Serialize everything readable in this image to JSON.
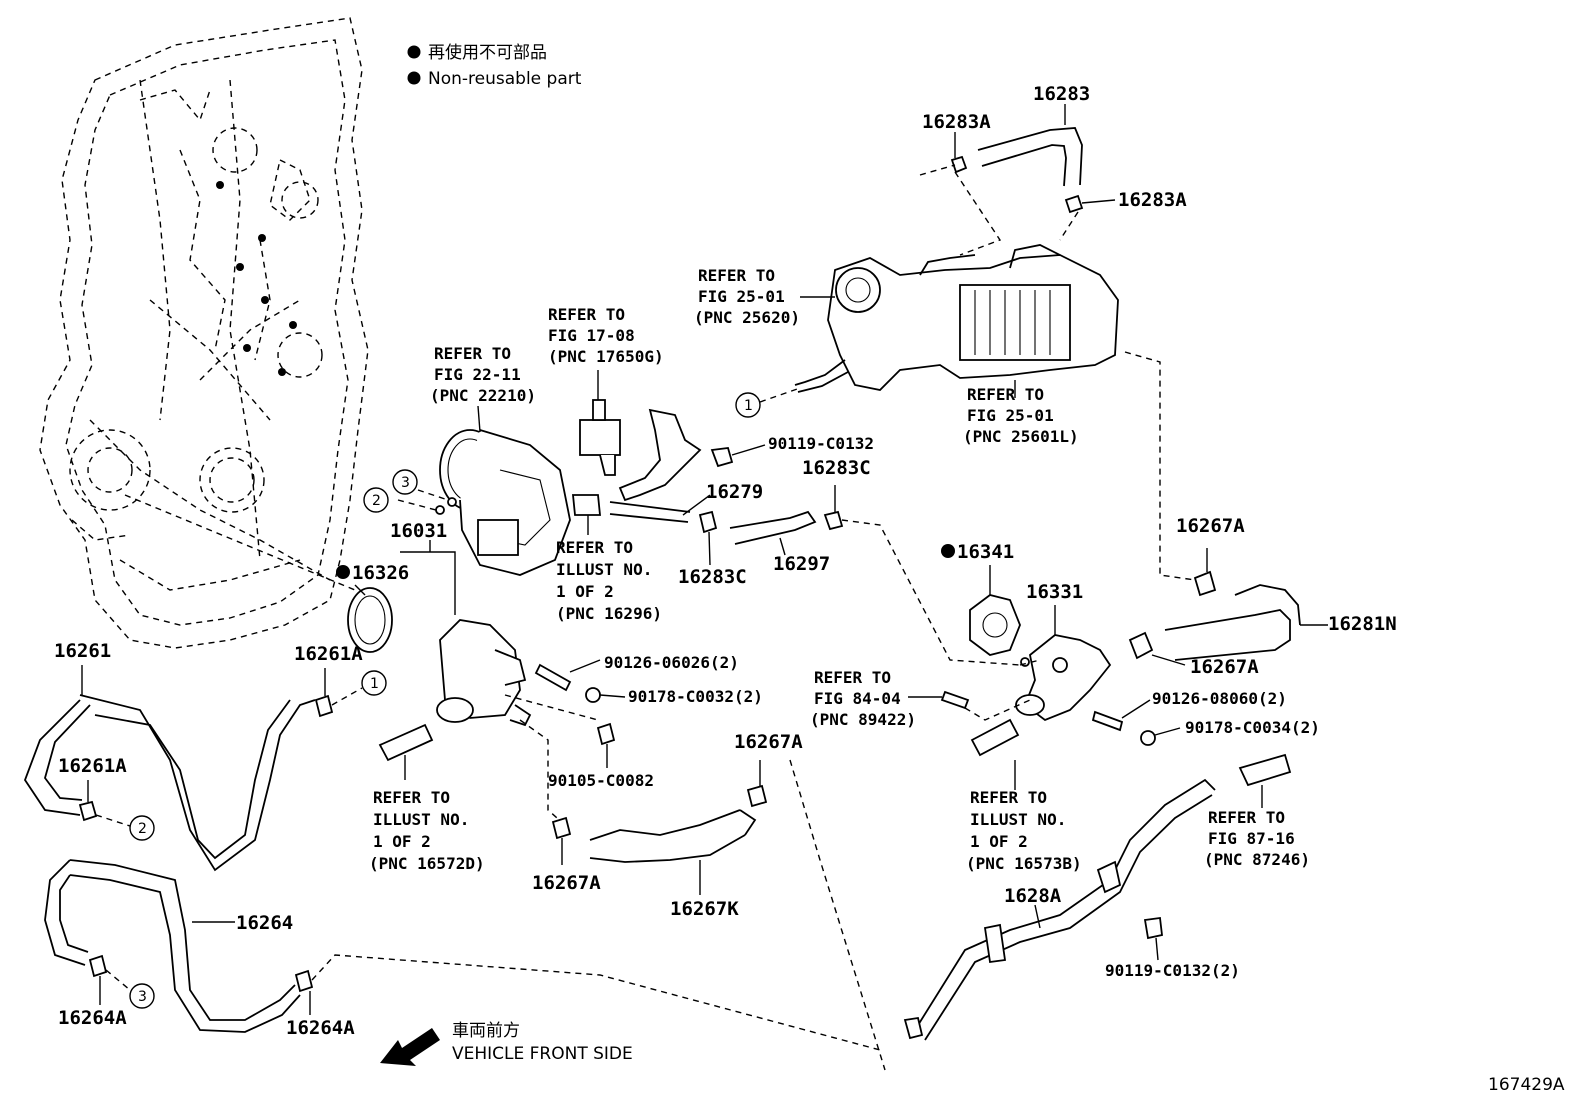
{
  "legend": {
    "jp": "再使用不可部品",
    "en": "Non-reusable part",
    "direction_jp": "車両前方",
    "direction_en": "VEHICLE FRONT SIDE"
  },
  "figure_id": "167429A",
  "parts": {
    "p16283": "16283",
    "p16283A_1": "16283A",
    "p16283A_2": "16283A",
    "p16279": "16279",
    "p16283C_1": "16283C",
    "p16283C_2": "16283C",
    "p16297": "16297",
    "p16031": "16031",
    "p16326": "16326",
    "p16341": "16341",
    "p16331": "16331",
    "p16267A_1": "16267A",
    "p16267A_2": "16267A",
    "p16267A_3": "16267A",
    "p16267A_4": "16267A",
    "p16281N": "16281N",
    "p16261": "16261",
    "p16261A_1": "16261A",
    "p16261A_2": "16261A",
    "p16264": "16264",
    "p16264A_1": "16264A",
    "p16264A_2": "16264A",
    "p16267K": "16267K",
    "p1628A": "1628A",
    "b90119C0132": "90119-C0132",
    "b90126_06026": "90126-06026(2)",
    "b90178_C0032": "90178-C0032(2)",
    "b90105_C0082": "90105-C0082",
    "b90126_08060": "90126-08060(2)",
    "b90178_C0034": "90178-C0034(2)",
    "b90119_C0132_2": "90119-C0132(2)"
  },
  "refs": {
    "r25620": [
      "REFER TO",
      "FIG 25-01",
      "(PNC 25620)"
    ],
    "r17650G": [
      "REFER TO",
      "FIG 17-08",
      "(PNC 17650G)"
    ],
    "r22210": [
      "REFER TO",
      "FIG 22-11",
      "(PNC 22210)"
    ],
    "r25601L": [
      "REFER TO",
      "FIG 25-01",
      "(PNC 25601L)"
    ],
    "r16296": [
      "REFER TO",
      "ILLUST NO.",
      "1 OF 2",
      "(PNC 16296)"
    ],
    "r89422": [
      "REFER TO",
      "FIG 84-04",
      "(PNC 89422)"
    ],
    "r16572D": [
      "REFER TO",
      "ILLUST NO.",
      "1 OF 2",
      "(PNC 16572D)"
    ],
    "r16573B": [
      "REFER TO",
      "ILLUST NO.",
      "1 OF 2",
      "(PNC 16573B)"
    ],
    "r87246": [
      "REFER TO",
      "FIG 87-16",
      "(PNC 87246)"
    ]
  },
  "circles": {
    "c1a": "1",
    "c1b": "1",
    "c2a": "2",
    "c2b": "2",
    "c3a": "3",
    "c3b": "3"
  }
}
